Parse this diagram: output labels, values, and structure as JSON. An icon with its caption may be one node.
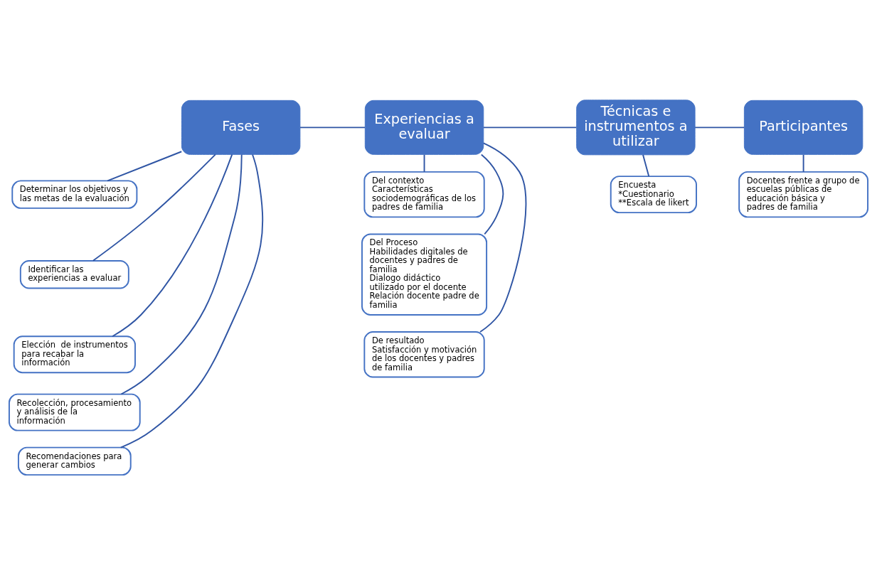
{
  "diagram": {
    "nodes": [
      {
        "text": [
          "Fases"
        ]
      },
      {
        "text": [
          "Experiencias a evaluar"
        ]
      },
      {
        "text": [
          "Técnicas e instrumentos a utilizar"
        ]
      },
      {
        "text": [
          "Participantes"
        ]
      },
      {
        "text": [
          "Determinar los objetivos y las metas de la evaluación"
        ]
      },
      {
        "text": [
          "Identificar las experiencias a evaluar"
        ]
      },
      {
        "text": [
          "Elección  de instrumentos para recabar la información"
        ]
      },
      {
        "text": [
          "Recolección, procesamiento  y análisis de la información"
        ]
      },
      {
        "text": [
          "Recomendaciones para generar cambios"
        ]
      },
      {
        "text": [
          "Del contexto",
          "Características sociodemográficas de los padres de familia"
        ]
      },
      {
        "text": [
          "Del Proceso",
          "Habilidades digitales de docentes y padres de familia",
          "Dialogo didáctico utilizado por el docente",
          "Relación docente padre de familia"
        ]
      },
      {
        "text": [
          "De resultado",
          "Satisfacción y motivación de los docentes y padres de familia"
        ]
      },
      {
        "text": [
          "Encuesta",
          "*Cuestionario",
          "**Escala de likert"
        ]
      },
      {
        "text": [
          "Docentes frente a grupo de escuelas públicas de educación básica y",
          "padres de familia"
        ]
      }
    ],
    "edges": [
      {
        "from": 0,
        "to": 1,
        "arrow": "none"
      },
      {
        "from": 1,
        "to": 2,
        "arrow": "none"
      },
      {
        "from": 2,
        "to": 3,
        "arrow": "none"
      },
      {
        "from": 0,
        "to": 4,
        "arrow": "none"
      },
      {
        "from": 0,
        "to": 5,
        "arrow": "none"
      },
      {
        "from": 0,
        "to": 6,
        "arrow": "none"
      },
      {
        "from": 0,
        "to": 7,
        "arrow": "none"
      },
      {
        "from": 0,
        "to": 8,
        "arrow": "none"
      },
      {
        "from": 1,
        "to": 9,
        "arrow": "none"
      },
      {
        "from": 1,
        "to": 10,
        "arrow": "none"
      },
      {
        "from": 1,
        "to": 11,
        "arrow": "none"
      },
      {
        "from": 2,
        "to": 12,
        "arrow": "none"
      },
      {
        "from": 3,
        "to": 13,
        "arrow": "none"
      }
    ]
  }
}
